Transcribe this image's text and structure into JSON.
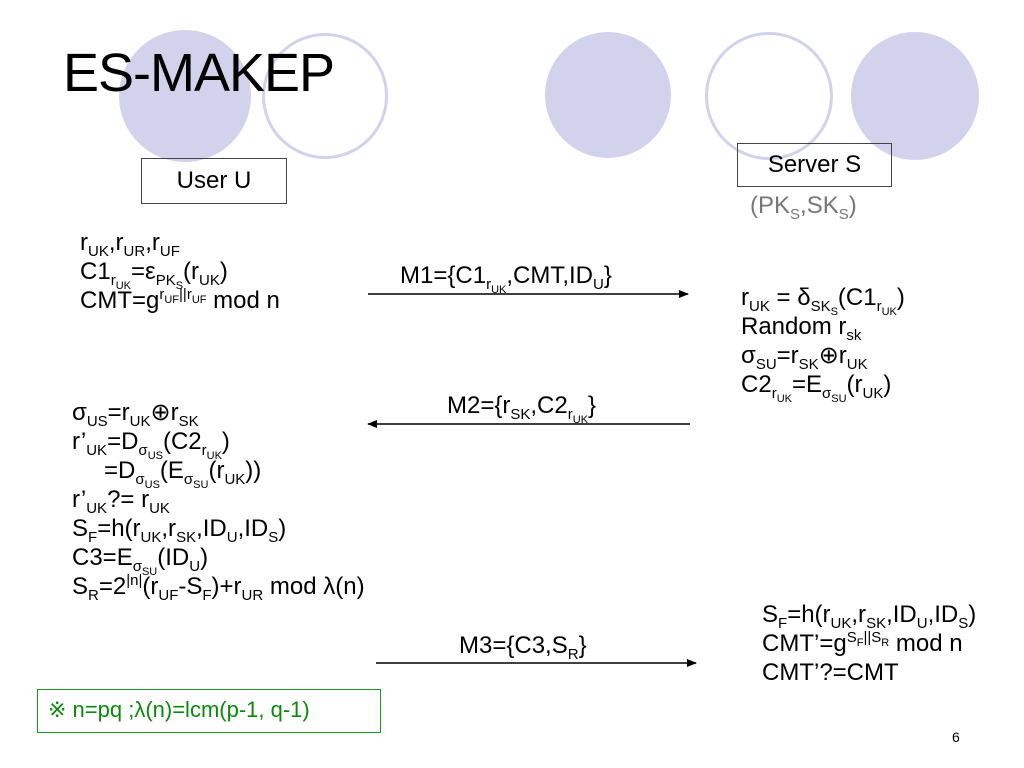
{
  "slide": {
    "title": "ES-MAKEP",
    "page_number": "6",
    "decoration_color": "#d2d2ec",
    "note_color": "#1a9a1a"
  },
  "parties": {
    "user_label": "User U",
    "server_label": "Server S"
  },
  "messages": {
    "m1_prefix": "M1={C1",
    "m2_prefix": "M2={r",
    "m3_prefix": "M3={C3,S"
  },
  "note": "※ n=pq ;λ(n)=lcm(p-1, q-1)"
}
